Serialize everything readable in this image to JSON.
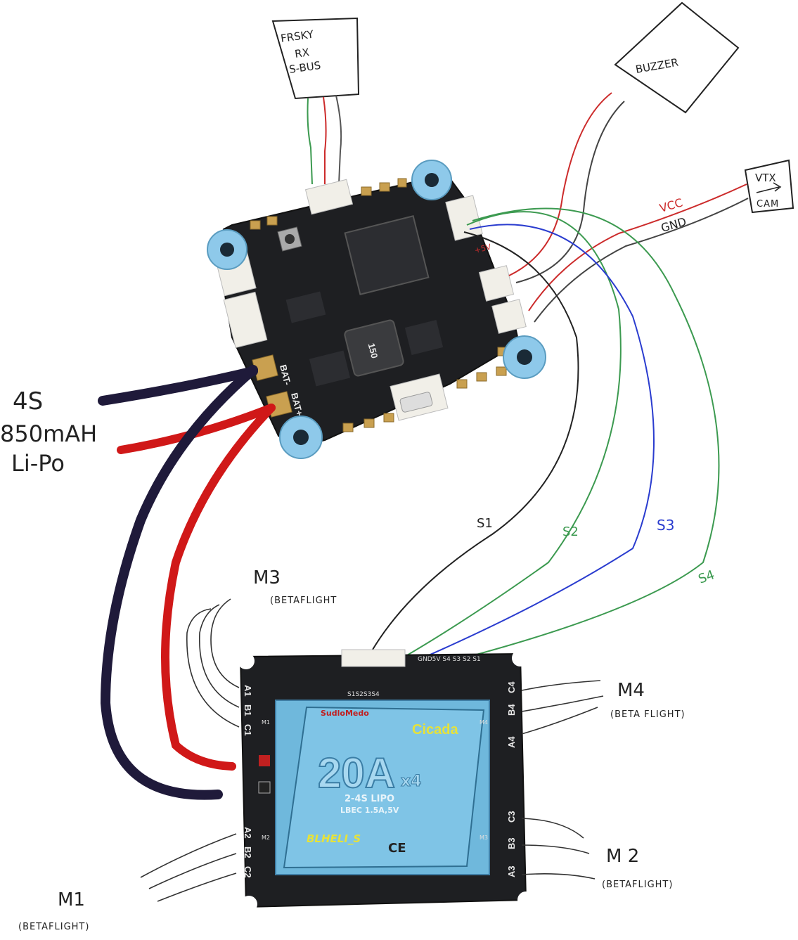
{
  "boxes": {
    "receiver": [
      "FRSKY",
      "RX",
      "S-BUS"
    ],
    "buzzer": "BUZZER",
    "vtx": "VTX",
    "cam": "CAM"
  },
  "battery": [
    "4S",
    "850mAH",
    "Li-Po"
  ],
  "wire_labels": {
    "vcc": "VCC",
    "gnd": "GND",
    "plus5v": "+5V",
    "s1": "S1",
    "s2": "S2",
    "s3": "S3",
    "s4": "S4"
  },
  "motors": {
    "m1": {
      "name": "M1",
      "note": "(BETAFLIGHT)"
    },
    "m2": {
      "name": "M 2",
      "note": "(BETAFLIGHT)"
    },
    "m3": {
      "name": "M3",
      "note": "(BETAFLIGHT"
    },
    "m4": {
      "name": "M4",
      "note": "(BETA FLIGHT)"
    }
  },
  "fc_board": {
    "chip_label": "150",
    "bat_minus": "BAT-",
    "bat_plus": "BAT+"
  },
  "esc_board": {
    "brand": "SudloMedo",
    "model": "Cicada",
    "rating": "20A",
    "multiplier": "x4",
    "spec1": "2-4S LIPO",
    "spec2": "LBEC 1.5A,5V",
    "firmware": "BLHELI_S",
    "marks": "CE",
    "header_label": "GND5V S4 S3 S2 S1",
    "signal_label": "S1S2S3S4",
    "pads_left_top": [
      "A1",
      "B1",
      "C1"
    ],
    "pads_left_bottom": [
      "A2",
      "B2",
      "C2"
    ],
    "pads_right_top": [
      "C4",
      "B4",
      "A4"
    ],
    "pads_right_bottom": [
      "C3",
      "B3",
      "A3"
    ],
    "m1_tag": "M1",
    "m2_tag": "M2",
    "m3_tag": "M3",
    "m4_tag": "M4"
  },
  "colors": {
    "wire_green": "#3c9a50",
    "wire_red": "#cc2b2b",
    "wire_blue": "#2a3ccf",
    "wire_black": "#222222",
    "battery_black": "#1f1a3a",
    "battery_red": "#d01818",
    "pcb": "#1e1f22",
    "esc_blue": "#6fb8dc",
    "mount_blue": "#8ec9ea"
  }
}
